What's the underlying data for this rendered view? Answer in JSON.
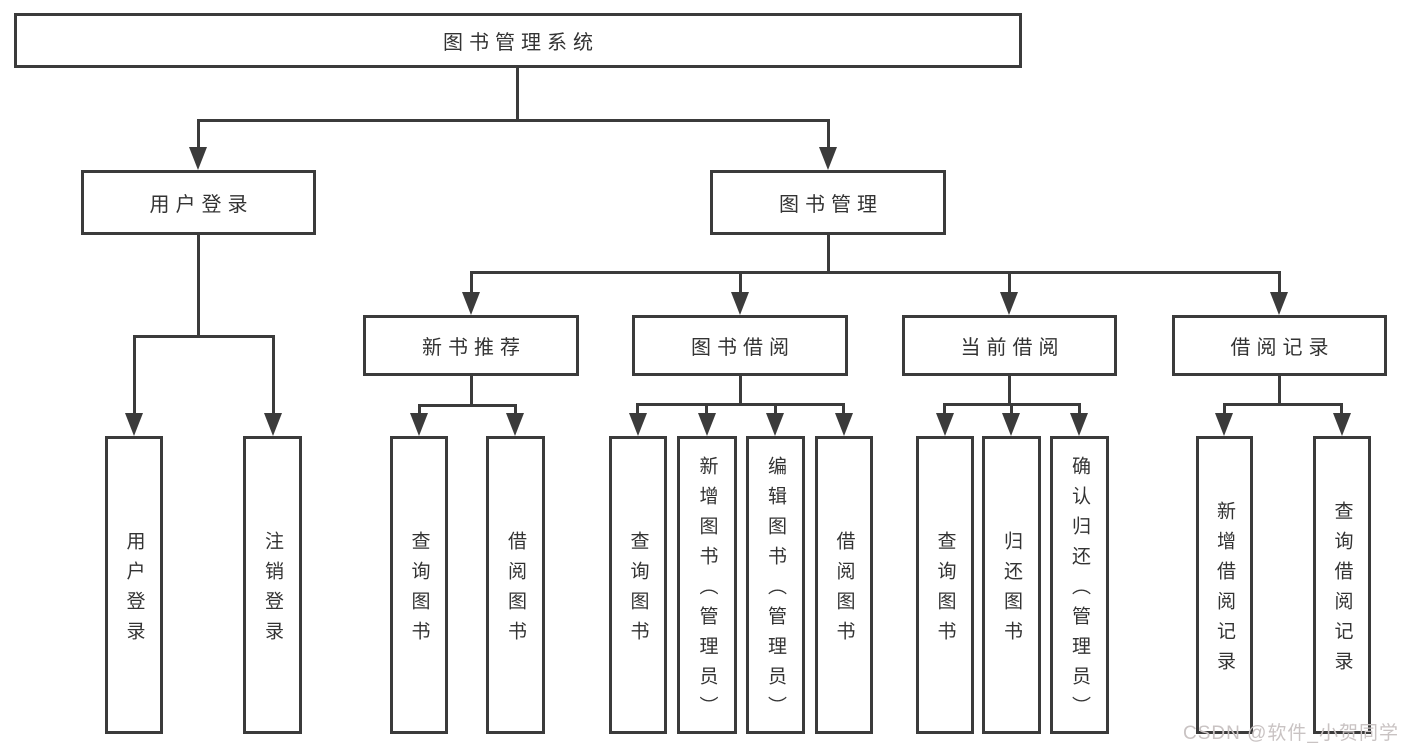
{
  "colors": {
    "line": "#3b3b3b",
    "text": "#333333",
    "background": "#ffffff",
    "watermark": "#c9c3c3"
  },
  "root": {
    "label": "图书管理系统"
  },
  "branches": {
    "user_login": {
      "label": "用户登录",
      "children": {
        "login": "用户登录",
        "logout": "注销登录"
      }
    },
    "book_mgmt": {
      "label": "图书管理"
    }
  },
  "groups": {
    "new_book": {
      "label": "新书推荐",
      "children": {
        "query": "查询图书",
        "borrow": "借阅图书"
      }
    },
    "book_borrow": {
      "label": "图书借阅",
      "children": {
        "query": "查询图书",
        "add": "新增图书（管理员）",
        "edit": "编辑图书（管理员）",
        "borrow": "借阅图书"
      }
    },
    "current_borrow": {
      "label": "当前借阅",
      "children": {
        "query": "查询图书",
        "return": "归还图书",
        "confirm": "确认归还（管理员）"
      }
    },
    "borrow_record": {
      "label": "借阅记录",
      "children": {
        "add": "新增借阅记录",
        "query": "查询借阅记录"
      }
    }
  },
  "watermark": "CSDN @软件_小贺同学"
}
